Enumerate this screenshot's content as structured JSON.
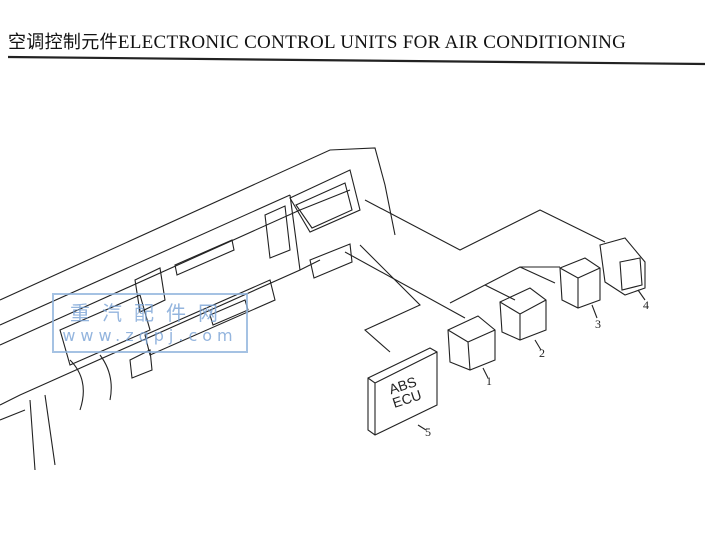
{
  "title": {
    "zh": "空调控制元件",
    "en": "ELECTRONIC CONTROL UNITS FOR AIR CONDITIONING"
  },
  "watermark": {
    "name": "重汽配件网",
    "url": "www.zqpj.com"
  },
  "ecu_label": {
    "line1": "ABS",
    "line2": "ECU"
  },
  "callouts": [
    "1",
    "2",
    "3",
    "4",
    "5"
  ]
}
